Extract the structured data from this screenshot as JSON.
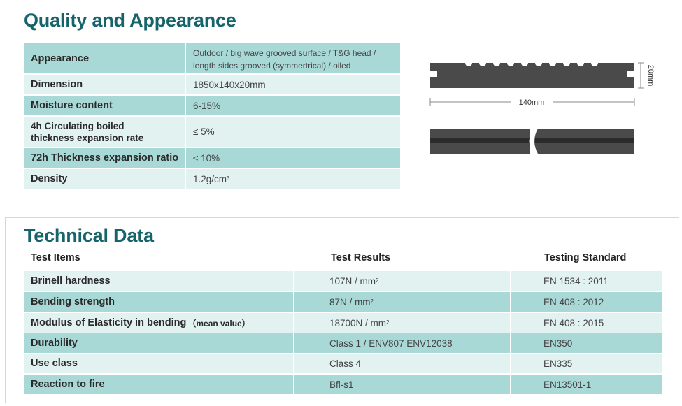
{
  "quality": {
    "title": "Quality and Appearance",
    "rows": [
      {
        "label": "Appearance",
        "value_line1": "Outdoor / big wave grooved surface / T&G head /",
        "value_line2": "length sides grooved (symmertrical) / oiled"
      },
      {
        "label": "Dimension",
        "value": "1850x140x20mm"
      },
      {
        "label": "Moisture content",
        "value": "6-15%"
      },
      {
        "label_line1": "4h Circulating boiled",
        "label_line2": "thickness expansion rate",
        "value": "≤ 5%"
      },
      {
        "label": "72h Thickness expansion ratio",
        "value": "≤ 10%"
      },
      {
        "label": "Density",
        "value": "1.2g/cm",
        "value_sup": "3"
      }
    ]
  },
  "diagram": {
    "height_label": "20mm",
    "width_label": "140mm",
    "board_color": "#4a4a4a",
    "core_color": "#2b2b2b"
  },
  "technical": {
    "title": "Technical Data",
    "headers": {
      "items": "Test Items",
      "results": "Test Results",
      "standard": "Testing Standard"
    },
    "rows": [
      {
        "item": "Brinell hardness",
        "result": "107N / mm",
        "result_sup": "2",
        "standard": "EN 1534 : 2011"
      },
      {
        "item": "Bending strength",
        "result": "87N / mm",
        "result_sup": "2",
        "standard": "EN 408 : 2012"
      },
      {
        "item": "Modulus of Elasticity in bending",
        "item_note": "（mean value）",
        "result": "18700N / mm",
        "result_sup": "2",
        "standard": "EN 408 : 2015"
      },
      {
        "item": "Durability",
        "result": "Class 1 / ENV807  ENV12038",
        "standard": "EN350"
      },
      {
        "item": "Use class",
        "result": "Class 4",
        "standard": "EN335"
      },
      {
        "item": "Reaction to fire",
        "result": "Bfl-s1",
        "standard": "EN13501-1"
      }
    ]
  },
  "colors": {
    "title": "#16646a",
    "row_dark": "#a9d9d6",
    "row_light": "#e2f2f1",
    "frame": "#bfe0de"
  }
}
